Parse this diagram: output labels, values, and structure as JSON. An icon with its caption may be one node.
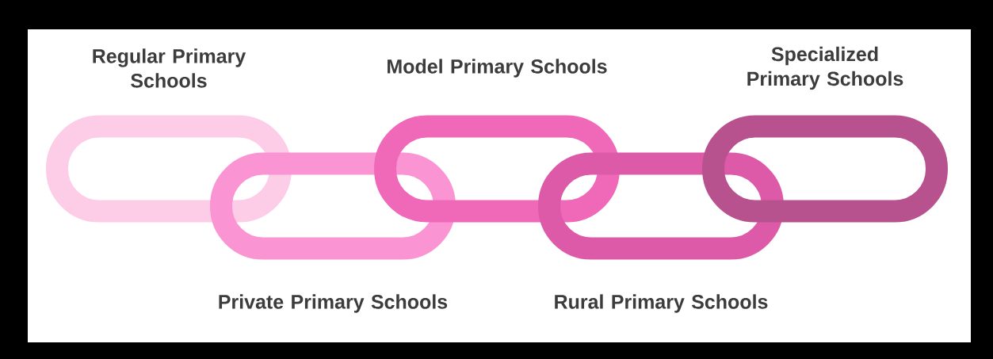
{
  "diagram": {
    "nodes": [
      {
        "text": [
          "Regular Primary Schools"
        ]
      },
      {
        "text": [
          "Private Primary Schools"
        ]
      },
      {
        "text": [
          "Model Primary Schools"
        ]
      },
      {
        "text": [
          "Rural Primary Schools"
        ]
      },
      {
        "text": [
          "Specialized Primary Schools"
        ]
      }
    ]
  }
}
